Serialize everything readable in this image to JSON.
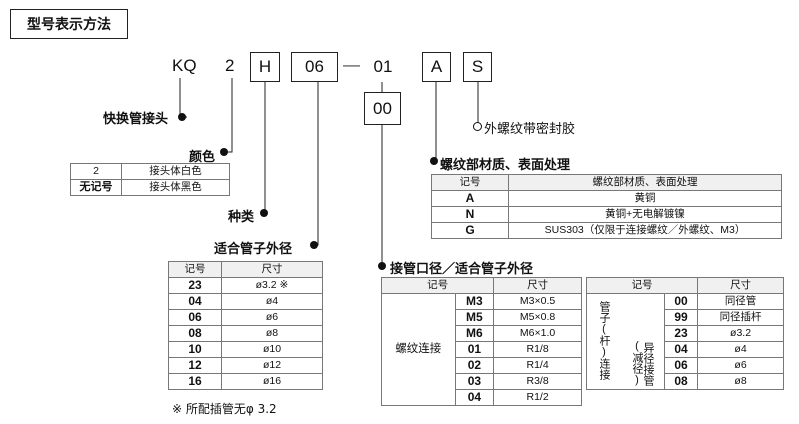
{
  "title": "型号表示方法",
  "code": {
    "prefix": "KQ",
    "color_digit": "2",
    "type_letter": "H",
    "size": "06",
    "dash": "—",
    "port1": "01",
    "port2": "00",
    "material": "A",
    "seal": "S"
  },
  "labels": {
    "fitting": "快换管接头",
    "color": "颜色",
    "type": "种类",
    "tube_size": "适合管子外径",
    "material": "螺纹部材质、表面处理",
    "seal": "外螺纹带密封胶",
    "port": "接管口径／适合管子外径"
  },
  "color_table": [
    [
      "2",
      "接头体白色"
    ],
    [
      "无记号",
      "接头体黑色"
    ]
  ],
  "tube_table": {
    "headers": [
      "记号",
      "尺寸"
    ],
    "rows": [
      [
        "23",
        "ø3.2 ※"
      ],
      [
        "04",
        "ø4"
      ],
      [
        "06",
        "ø6"
      ],
      [
        "08",
        "ø8"
      ],
      [
        "10",
        "ø10"
      ],
      [
        "12",
        "ø12"
      ],
      [
        "16",
        "ø16"
      ]
    ],
    "note": "※ 所配插管无φ 3.2"
  },
  "material_table": {
    "headers": [
      "记号",
      "螺纹部材质、表面处理"
    ],
    "rows": [
      [
        "A",
        "黄铜"
      ],
      [
        "N",
        "黄铜+无电解镀镍"
      ],
      [
        "G",
        "SUS303（仅限于连接螺纹／外螺纹、M3）"
      ]
    ]
  },
  "port_table": {
    "headers": [
      "记号",
      "尺寸",
      "记号",
      "尺寸"
    ],
    "group_thread": "螺纹连接",
    "thread_rows": [
      [
        "M3",
        "M3×0.5"
      ],
      [
        "M5",
        "M5×0.8"
      ],
      [
        "M6",
        "M6×1.0"
      ],
      [
        "01",
        "R1/8"
      ],
      [
        "02",
        "R1/4"
      ],
      [
        "03",
        "R3/8"
      ],
      [
        "04",
        "R1/2"
      ]
    ],
    "group_tube": "管子(杆)连接",
    "group_reducer": "(减径)",
    "group_reducer2": "异径接管",
    "tube_rows": [
      [
        "00",
        "同径管"
      ],
      [
        "99",
        "同径插杆"
      ],
      [
        "23",
        "ø3.2"
      ],
      [
        "04",
        "ø4"
      ],
      [
        "06",
        "ø6"
      ],
      [
        "08",
        "ø8"
      ]
    ]
  }
}
